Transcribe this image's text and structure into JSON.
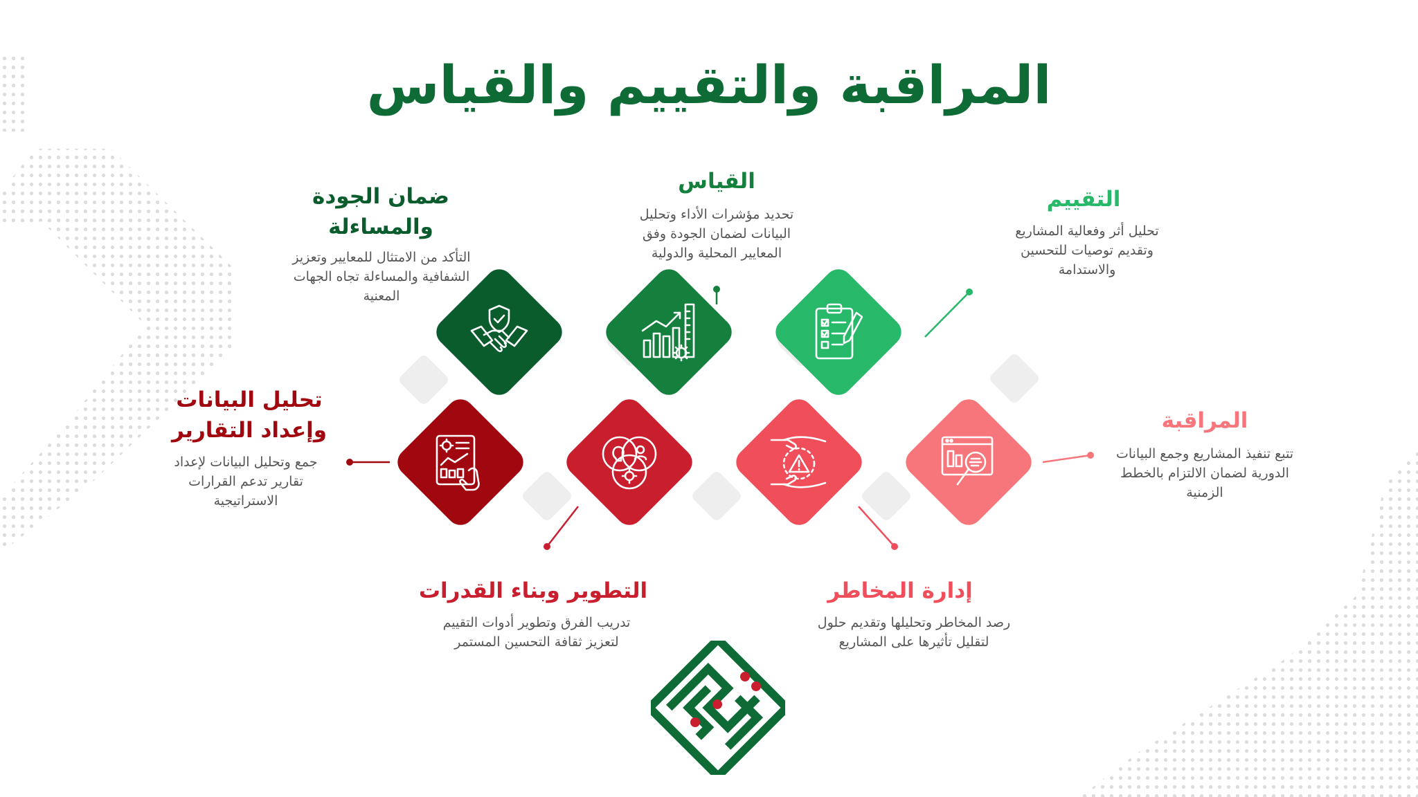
{
  "title": "المراقبة والتقييم والقياس",
  "colors": {
    "title": "#0e6b35",
    "dark_green": "#0a5c2c",
    "mid_green": "#15803d",
    "light_green": "#27b86a",
    "dark_red": "#a1070f",
    "red": "#c81e2e",
    "coral": "#f04e5a",
    "pink": "#f7767c",
    "gray_tile": "#eeeeee"
  },
  "items": [
    {
      "title": "ضمان الجودة والمساءلة",
      "desc": "التأكد من الامتثال للمعايير وتعزيز الشفافية والمساءلة تجاه الجهات المعنية",
      "icon": "handshake-shield-icon"
    },
    {
      "title": "القياس",
      "desc": "تحديد مؤشرات الأداء وتحليل البيانات لضمان الجودة وفق المعايير المحلية والدولية",
      "icon": "growth-chart-gear-icon"
    },
    {
      "title": "التقييم",
      "desc": "تحليل أثر وفعالية المشاريع وتقديم توصيات للتحسين والاستدامة",
      "icon": "checklist-clipboard-icon"
    },
    {
      "title": "تحليل البيانات وإعداد التقارير",
      "desc": "جمع وتحليل البيانات لإعداد تقارير تدعم القرارات الاستراتيجية",
      "icon": "data-report-icon"
    },
    {
      "title": "التطوير وبناء القدرات",
      "desc": "تدريب الفرق وتطوير أدوات التقييم لتعزيز ثقافة التحسين المستمر",
      "icon": "venn-idea-icon"
    },
    {
      "title": "إدارة المخاطر",
      "desc": "رصد المخاطر وتحليلها وتقديم حلول لتقليل تأثيرها على المشاريع",
      "icon": "risk-hands-icon"
    },
    {
      "title": "المراقبة",
      "desc": "تتبع تنفيذ المشاريع وجمع البيانات الدورية لضمان الالتزام بالخطط الزمنية",
      "icon": "monitor-magnifier-icon"
    }
  ],
  "logo": "calligraphy-logo"
}
